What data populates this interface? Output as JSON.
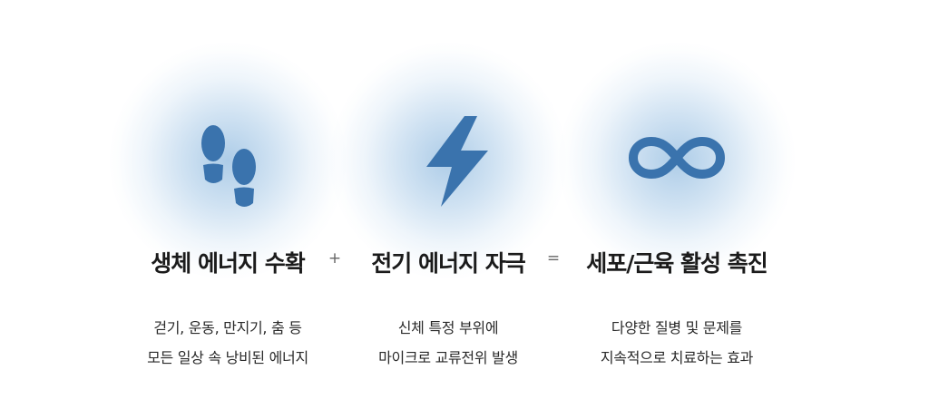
{
  "accent_color": "#3a73ad",
  "glow_color": "#a9c8e6",
  "operators": {
    "plus": "+",
    "equals": "="
  },
  "items": [
    {
      "icon": "footprints-icon",
      "title": "생체 에너지 수확",
      "line1": "걷기, 운동, 만지기, 춤 등",
      "line2": "모든 일상 속 낭비된 에너지"
    },
    {
      "icon": "lightning-bolt-icon",
      "title": "전기 에너지 자극",
      "line1": "신체 특정 부위에",
      "line2": "마이크로 교류전위 발생"
    },
    {
      "icon": "infinity-icon",
      "title": "세포/근육 활성 촉진",
      "line1": "다양한 질병 및 문제를",
      "line2": "지속적으로 치료하는 효과"
    }
  ]
}
